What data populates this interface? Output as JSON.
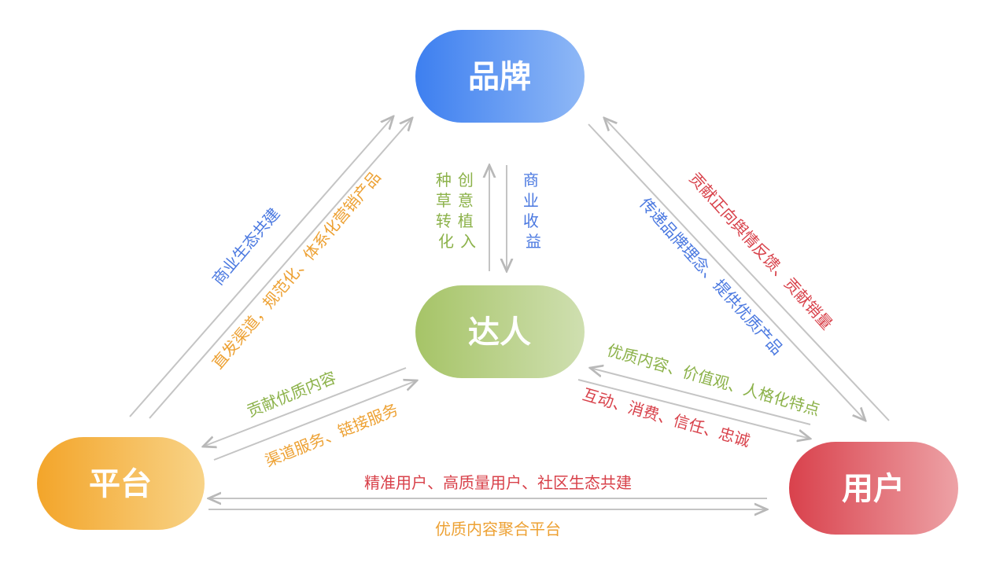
{
  "nodes": {
    "brand": {
      "label": "品牌"
    },
    "creator": {
      "label": "达人"
    },
    "platform": {
      "label": "平台"
    },
    "user": {
      "label": "用户"
    }
  },
  "edges": {
    "platform_to_brand_ecosystem": "商业生态共建",
    "platform_to_brand_channel": "直发渠道，规范化、体系化营销产品",
    "creator_to_brand_seeding": [
      "种",
      "草",
      "转",
      "化"
    ],
    "creator_to_brand_placement": [
      "创",
      "意",
      "植",
      "入"
    ],
    "brand_to_creator_revenue": [
      "商",
      "业",
      "收",
      "益"
    ],
    "brand_to_user_value": "传递品牌理念、提供优质产品",
    "user_to_brand_feedback": "贡献正向舆情反馈、贡献销量",
    "creator_to_platform_content": "贡献优质内容",
    "platform_to_creator_service": "渠道服务、链接服务",
    "creator_to_user_content": "优质内容、价值观、人格化特点",
    "user_to_creator_interaction": "互动、消费、信任、忠诚",
    "platform_user_top": "精准用户、高质量用户、社区生态共建",
    "platform_user_bottom": "优质内容聚合平台"
  },
  "colors": {
    "brand": [
      "#3d7ff0",
      "#8fb8f6"
    ],
    "creator": [
      "#a6c467",
      "#cfdfb0"
    ],
    "platform": [
      "#f3a52a",
      "#f8d387"
    ],
    "user": [
      "#d9414c",
      "#eda2a6"
    ],
    "blue_text": "#4a78e0",
    "orange_text": "#eda133",
    "red_text": "#d8414a",
    "green_text": "#8cb24a",
    "arrow": "#c4c4c4"
  }
}
